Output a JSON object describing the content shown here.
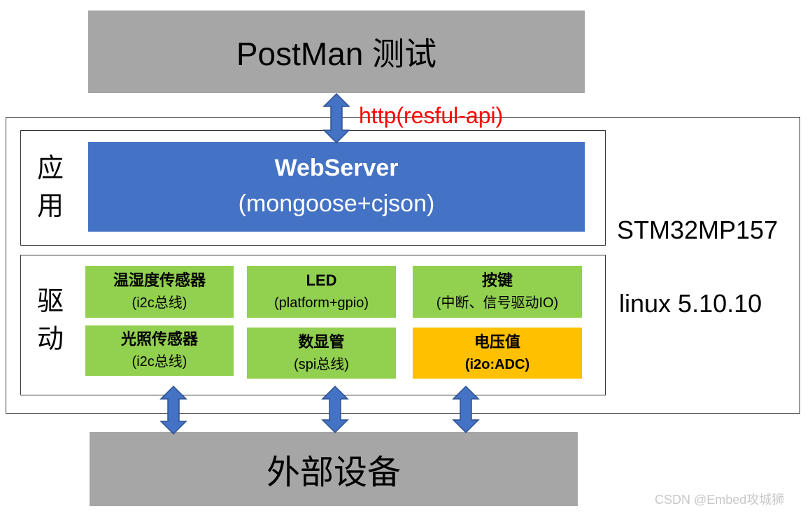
{
  "top_box": {
    "label": "PostMan 测试"
  },
  "protocol_label": "http(resful-api)",
  "app_layer": {
    "side_label": [
      "应",
      "用"
    ],
    "webserver": {
      "title": "WebServer",
      "subtitle": "(mongoose+cjson)"
    }
  },
  "driver_layer": {
    "side_label": [
      "驱",
      "动"
    ],
    "modules": [
      {
        "name": "温湿度传感器",
        "detail": "(i2c总线)",
        "color": "#92d050"
      },
      {
        "name": "LED",
        "detail": "(platform+gpio)",
        "color": "#92d050"
      },
      {
        "name": "按键",
        "detail": "(中断、信号驱动IO)",
        "color": "#92d050"
      },
      {
        "name": "光照传感器",
        "detail": "(i2c总线)",
        "color": "#92d050"
      },
      {
        "name": "数显管",
        "detail": "(spi总线)",
        "color": "#92d050"
      },
      {
        "name": "电压值",
        "detail": "(i2o:ADC)",
        "color": "#ffc000"
      }
    ]
  },
  "platform": {
    "chip": "STM32MP157",
    "os": "linux 5.10.10"
  },
  "bottom_box": {
    "label": "外部设备"
  },
  "watermark": "CSDN @Embed攻城狮",
  "colors": {
    "gray": "#a6a6a6",
    "blue": "#4472c4",
    "green": "#92d050",
    "yellow": "#ffc000",
    "arrow": "#4472c4",
    "arrow_stroke": "#2f528f",
    "protocol_text": "#ff0000"
  }
}
